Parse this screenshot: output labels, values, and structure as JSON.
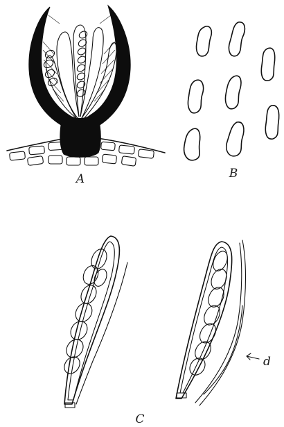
{
  "figure": {
    "labels": {
      "a": "A",
      "b": "B",
      "c": "C",
      "d": "d"
    }
  }
}
